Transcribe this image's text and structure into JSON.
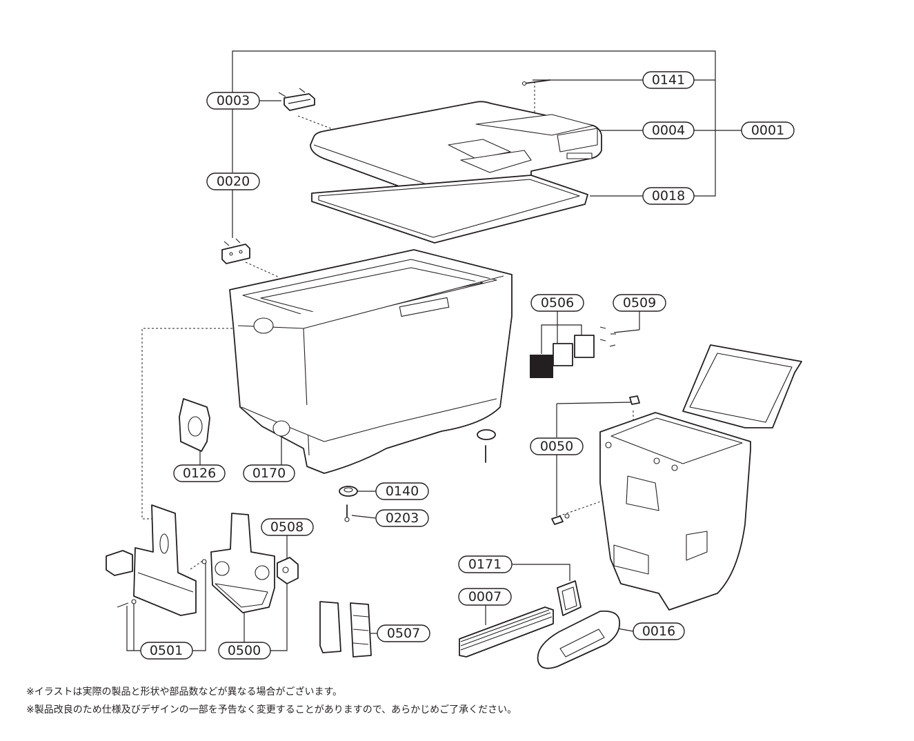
{
  "colors": {
    "line": "#231f20",
    "background": "#ffffff"
  },
  "callouts": {
    "p0001": "0001",
    "p0003": "0003",
    "p0004": "0004",
    "p0007": "0007",
    "p0016": "0016",
    "p0018": "0018",
    "p0020": "0020",
    "p0050": "0050",
    "p0126": "0126",
    "p0140": "0140",
    "p0141": "0141",
    "p0170": "0170",
    "p0171": "0171",
    "p0203": "0203",
    "p0500": "0500",
    "p0501": "0501",
    "p0506": "0506",
    "p0507": "0507",
    "p0508": "0508",
    "p0509": "0509"
  },
  "notes": {
    "line1": "※イラストは実際の製品と形状や部品数などが異なる場合がございます。",
    "line2": "※製品改良のため仕様及びデザインの一部を予告なく変更することがありますので、あらかじめご了承ください。"
  }
}
